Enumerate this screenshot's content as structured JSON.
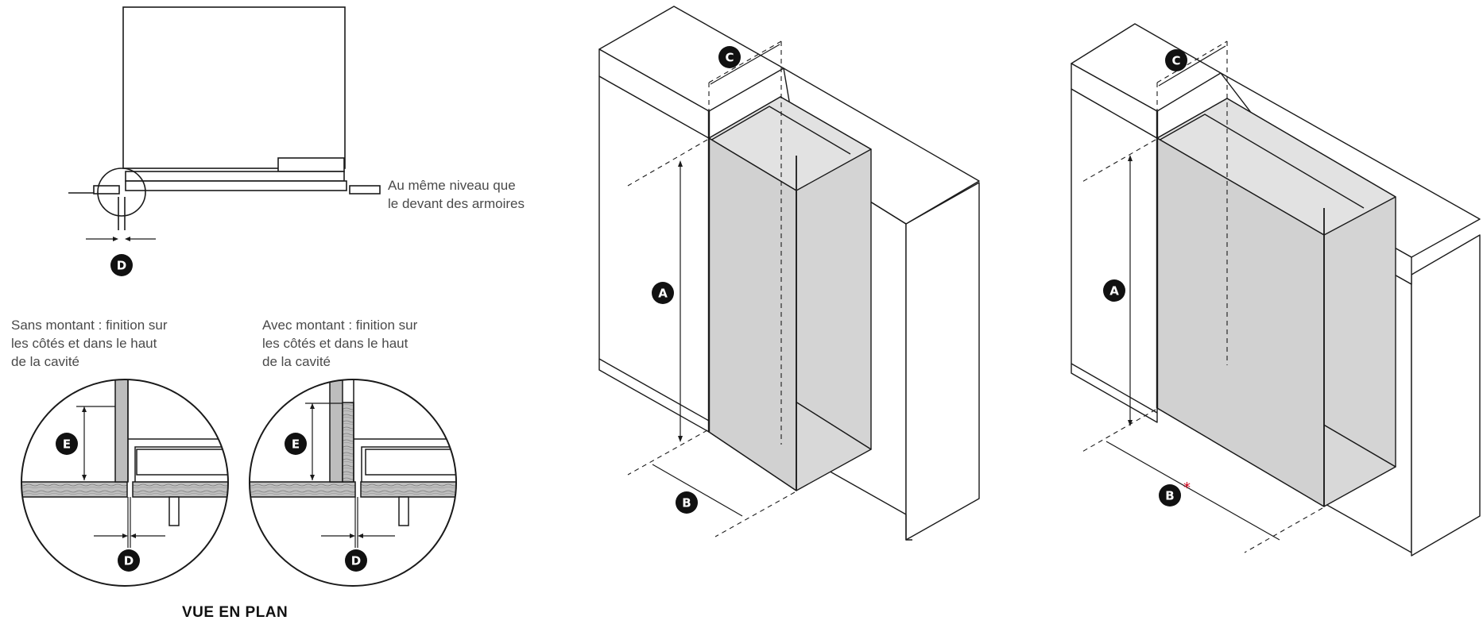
{
  "plan_view": {
    "flush_note_line1": "Au même niveau que",
    "flush_note_line2": "le devant des armoires",
    "without_trim_line1": "Sans montant : finition sur",
    "without_trim_line2": "les côtés et dans le haut",
    "without_trim_line3": "de la cavité",
    "with_trim_line1": "Avec montant : finition sur",
    "with_trim_line2": "les côtés et dans le haut",
    "with_trim_line3": "de la cavité",
    "caption": "VUE EN PLAN"
  },
  "labels": {
    "a": "A",
    "b": "B",
    "c": "C",
    "d": "D",
    "e": "E",
    "asterisk": "*"
  },
  "colors": {
    "cavity_fill": "#d4d4d4",
    "line": "#1a1a1a",
    "asterisk": "#d0021b"
  }
}
